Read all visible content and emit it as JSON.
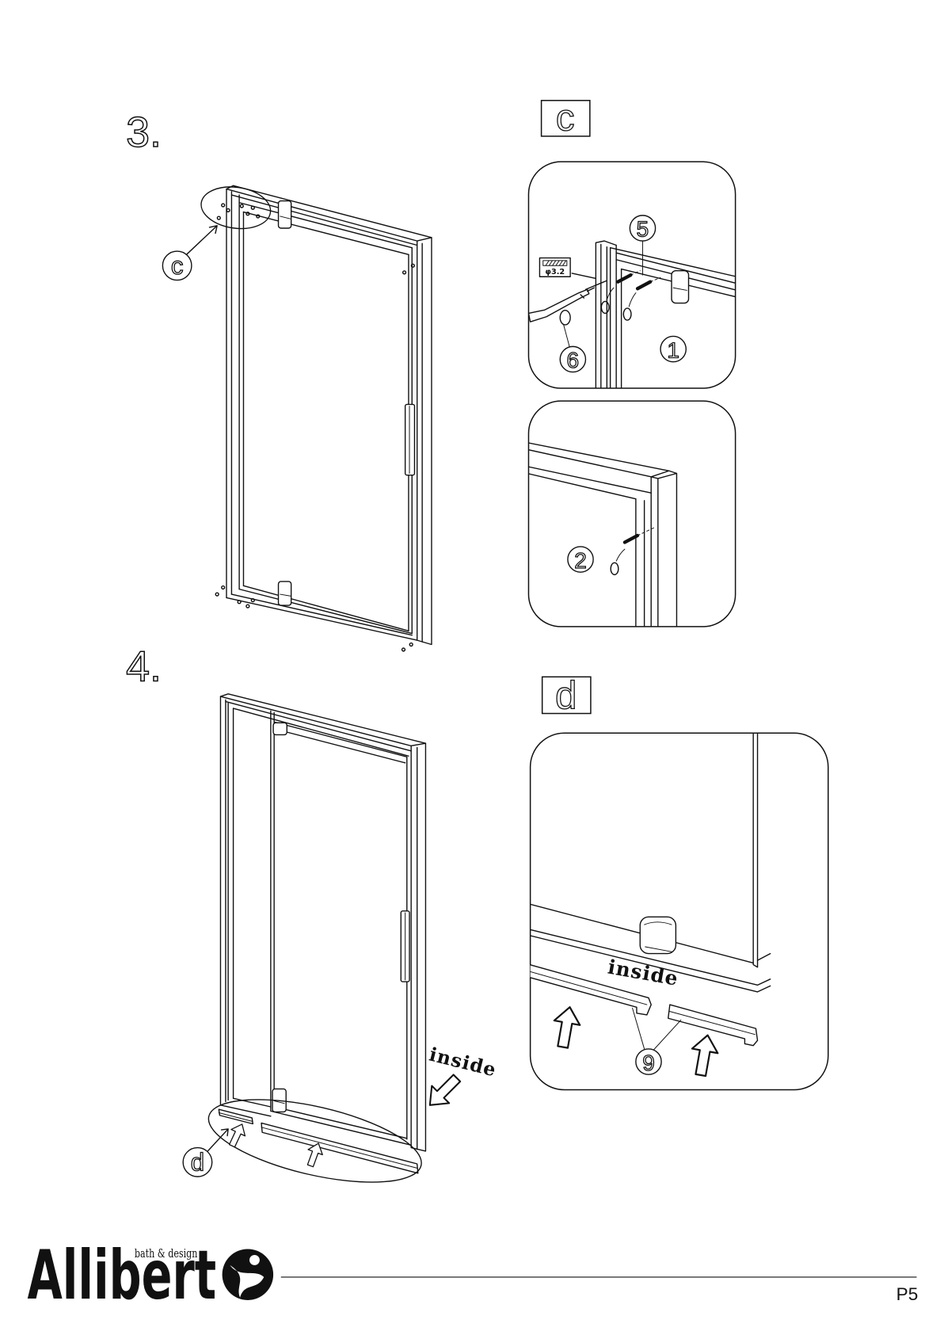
{
  "steps": [
    {
      "number": "3.",
      "callout": "c"
    },
    {
      "number": "4.",
      "callout": "d",
      "direction_label": "inside"
    }
  ],
  "details": {
    "c": {
      "label": "c",
      "part_numbers": [
        "5",
        "6",
        "1",
        "2"
      ],
      "drill_bit": "φ3.2"
    },
    "d": {
      "label": "d",
      "direction_label": "inside",
      "part_number": "9"
    }
  },
  "footer": {
    "brand": "Allibert",
    "tagline": "bath & design",
    "page_number": "P5"
  }
}
